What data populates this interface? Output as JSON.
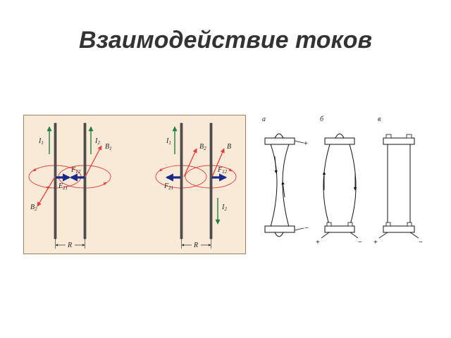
{
  "title": "Взаимодействие токов",
  "colors": {
    "panel_background": "#f9ead8",
    "panel_border": "#a08060",
    "field_lines": "#e04040",
    "current_arrow": "#208040",
    "force_arrow": "#1a2a8a",
    "wire": "#555555"
  },
  "left_diagram": {
    "parallel": {
      "current_1": "I",
      "current_1_sub": "1",
      "current_2": "I",
      "current_2_sub": "2",
      "induction_1": "B",
      "induction_1_sub": "1",
      "induction_2": "B",
      "induction_2_sub": "2",
      "force_12": "F",
      "force_12_sub": "12",
      "force_21": "F",
      "force_21_sub": "21",
      "distance": "R"
    },
    "antiparallel": {
      "current_1": "I",
      "current_1_sub": "1",
      "current_2": "I",
      "current_2_sub": "2",
      "induction_1": "B",
      "induction_1_sub": "",
      "induction_2": "B",
      "induction_2_sub": "2",
      "force_12": "F",
      "force_12_sub": "12",
      "force_21": "F",
      "force_21_sub": "21",
      "distance": "R"
    }
  },
  "right_diagram": {
    "cases": [
      {
        "letter": "а",
        "top_sign": "+",
        "bottom_left_sign": "",
        "bottom_right_sign": "−"
      },
      {
        "letter": "б",
        "top_sign": "",
        "bottom_left_sign": "+",
        "bottom_right_sign": "−"
      },
      {
        "letter": "в",
        "top_sign": "",
        "bottom_left_sign": "+",
        "bottom_right_sign": "−"
      }
    ]
  }
}
